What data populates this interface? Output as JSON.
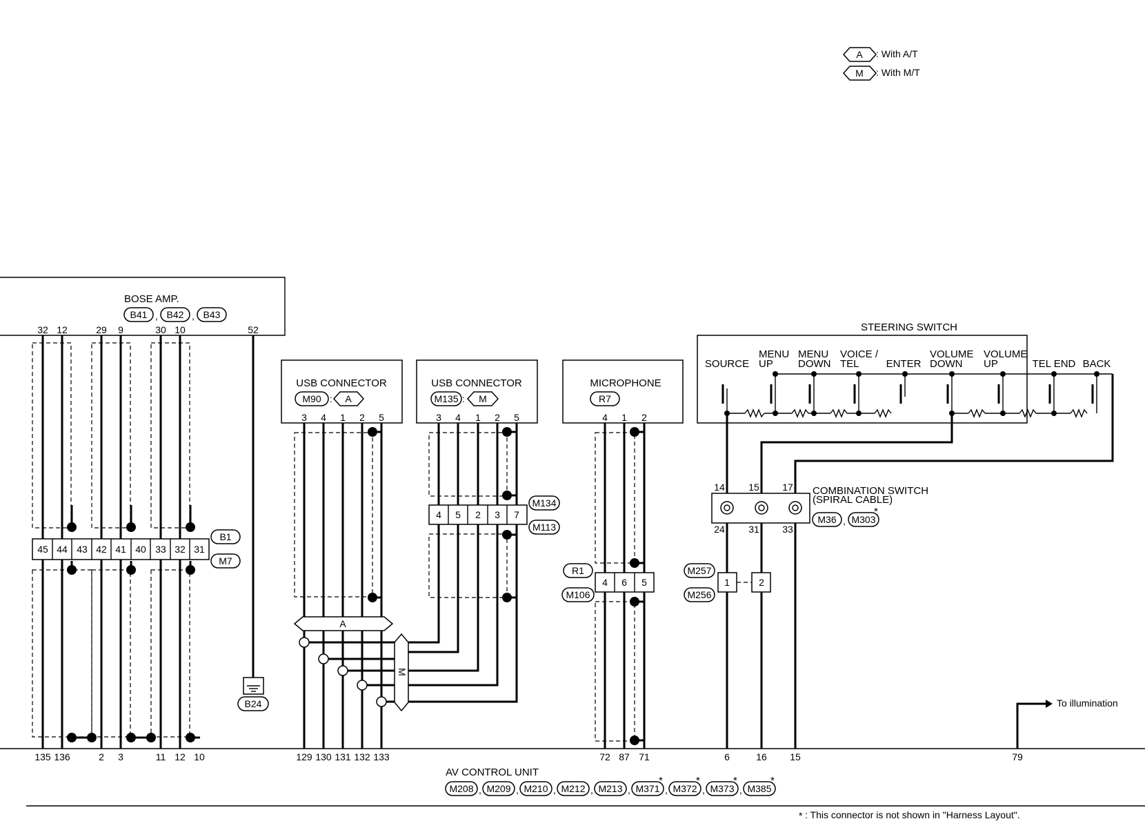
{
  "legend": {
    "a_code": "A",
    "a_text": ": With A/T",
    "m_code": "M",
    "m_text": ": With M/T"
  },
  "bose_amp": {
    "title": "BOSE AMP.",
    "connectors": [
      "B41",
      "B42",
      "B43"
    ],
    "pins_top": [
      "32",
      "12",
      "29",
      "9",
      "30",
      "10",
      "52"
    ],
    "junction_pins": [
      "45",
      "44",
      "43",
      "42",
      "41",
      "40",
      "33",
      "32",
      "31"
    ],
    "junction_connectors": [
      "B1",
      "M7"
    ],
    "ground_connector": "B24"
  },
  "usb1": {
    "title": "USB CONNECTOR",
    "connector": "M90",
    "variant": "A",
    "pins": [
      "3",
      "4",
      "1",
      "2",
      "5"
    ]
  },
  "usb2": {
    "title": "USB CONNECTOR",
    "connector": "M135",
    "variant": "M",
    "pins": [
      "3",
      "4",
      "1",
      "2",
      "5"
    ],
    "junction_pins": [
      "4",
      "5",
      "2",
      "3",
      "7"
    ],
    "junction_connectors": [
      "M134",
      "M113"
    ]
  },
  "variant_bus": {
    "a_label": "A",
    "m_label": "M"
  },
  "microphone": {
    "title": "MICROPHONE",
    "connector": "R7",
    "pins": [
      "4",
      "1",
      "2"
    ],
    "junction_pins": [
      "4",
      "6",
      "5"
    ],
    "junction_connectors": [
      "R1",
      "M106"
    ]
  },
  "steering_switch": {
    "title": "STEERING SWITCH",
    "buttons": [
      {
        "line1": "",
        "line2": "SOURCE"
      },
      {
        "line1": "MENU",
        "line2": "UP"
      },
      {
        "line1": "MENU",
        "line2": "DOWN"
      },
      {
        "line1": "VOICE /",
        "line2": "TEL"
      },
      {
        "line1": "",
        "line2": "ENTER"
      },
      {
        "line1": "VOLUME",
        "line2": "DOWN"
      },
      {
        "line1": "VOLUME",
        "line2": "UP"
      },
      {
        "line1": "",
        "line2": "TEL END"
      },
      {
        "line1": "",
        "line2": "BACK"
      }
    ]
  },
  "combination_switch": {
    "title_line1": "COMBINATION SWITCH",
    "title_line2": "(SPIRAL CABLE)",
    "pins_top": [
      "14",
      "15",
      "17"
    ],
    "pins_bottom": [
      "24",
      "31",
      "33"
    ],
    "connectors": [
      "M36",
      "M303"
    ],
    "star": "*"
  },
  "intermediate": {
    "connectors": [
      "M257",
      "M256"
    ],
    "pins": [
      "1",
      "2"
    ]
  },
  "illumination": {
    "label": "To illumination"
  },
  "av_unit": {
    "title": "AV CONTROL UNIT",
    "pins": [
      "135",
      "136",
      "2",
      "3",
      "11",
      "12",
      "10",
      "129",
      "130",
      "131",
      "132",
      "133",
      "72",
      "87",
      "71",
      "6",
      "16",
      "15",
      "79"
    ],
    "connectors": [
      "M208",
      "M209",
      "M210",
      "M212",
      "M213",
      "M371",
      "M372",
      "M373",
      "M385"
    ],
    "star": "*"
  },
  "footnote": {
    "star": "*",
    "text": ": This connector is not shown in \"Harness Layout\"."
  }
}
